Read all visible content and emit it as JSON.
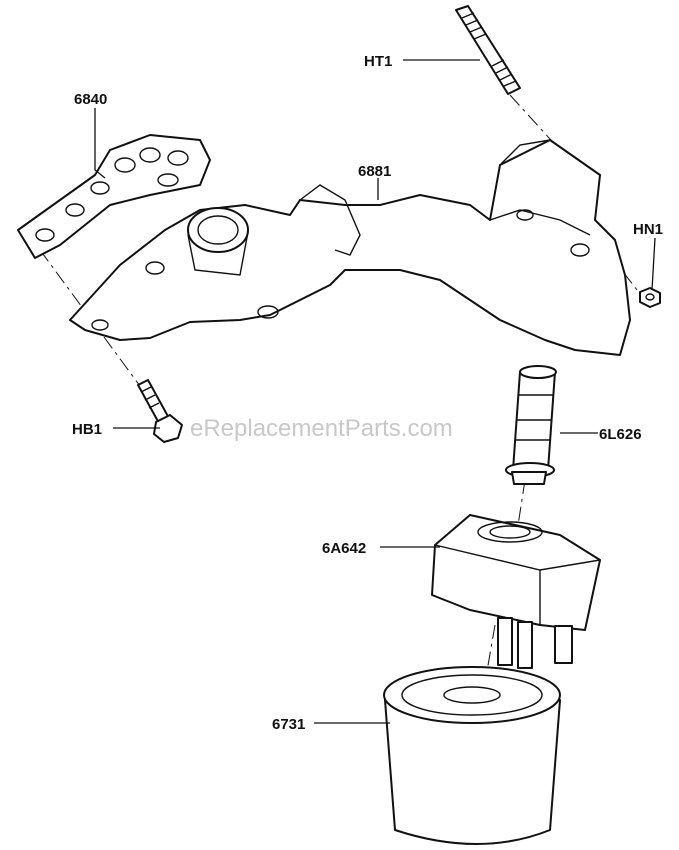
{
  "watermark": "eReplacementParts.com",
  "callouts": {
    "ht1": "HT1",
    "p6840": "6840",
    "p6881": "6881",
    "hn1": "HN1",
    "hb1": "HB1",
    "p6l626": "6L626",
    "p6a642": "6A642",
    "p6731": "6731"
  }
}
